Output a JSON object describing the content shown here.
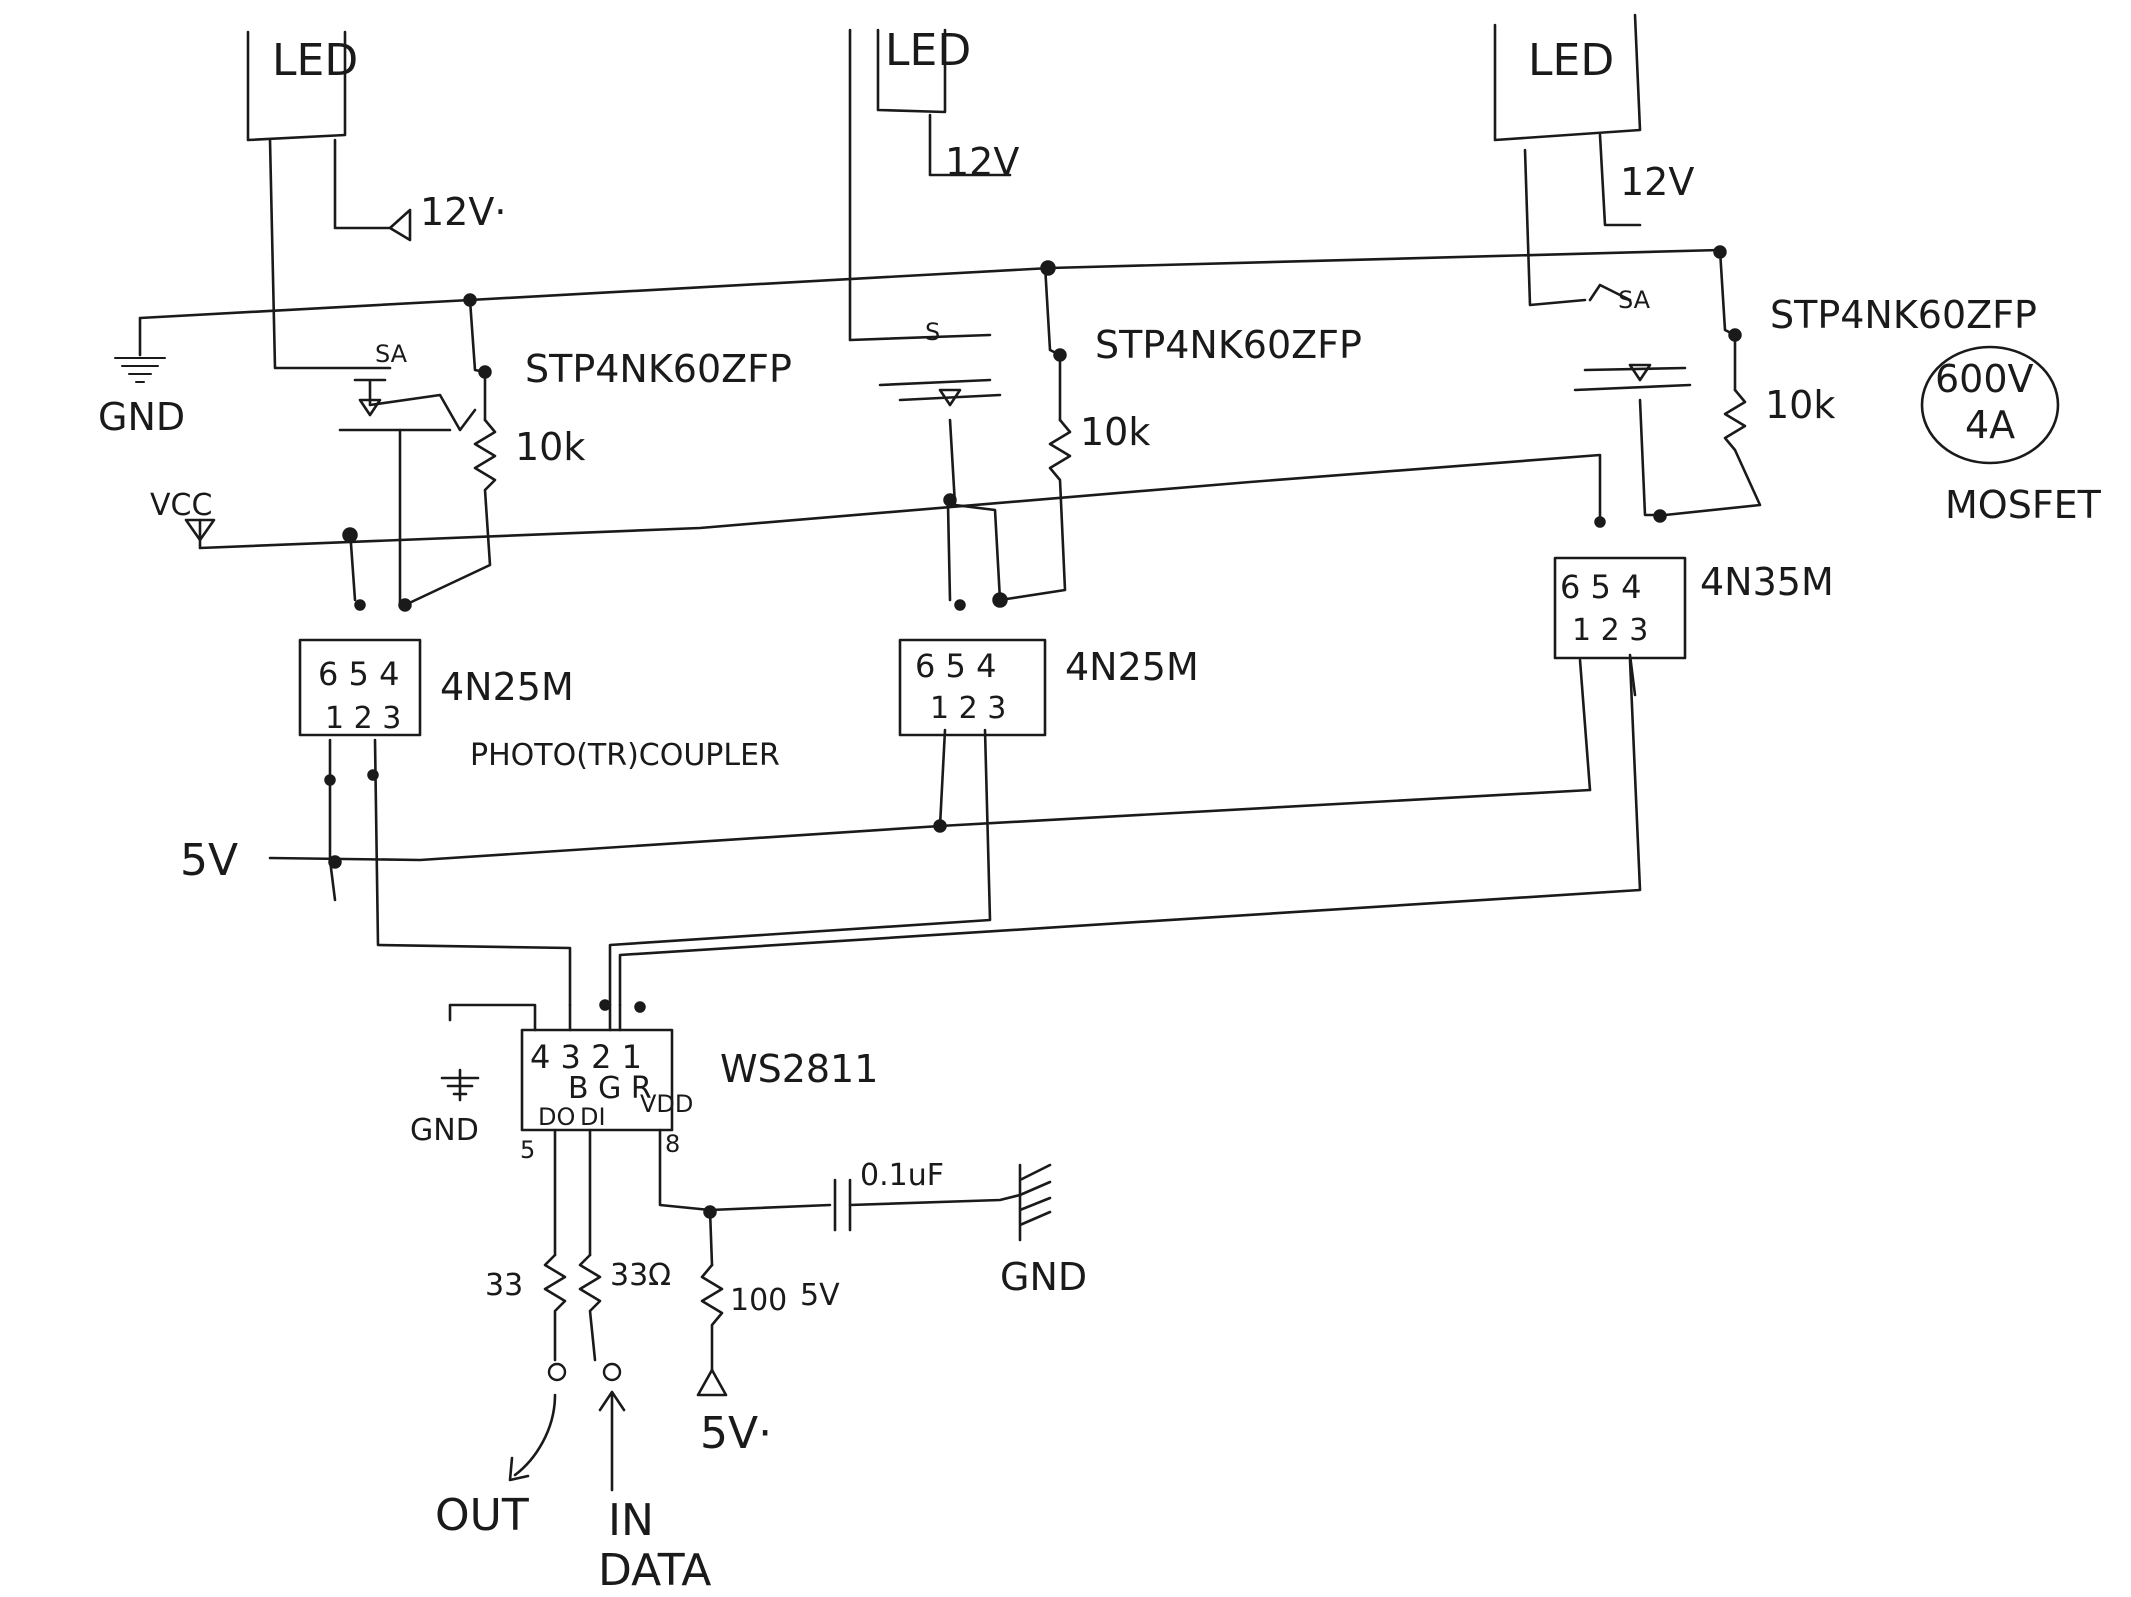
{
  "channels": [
    {
      "led_label": "LED",
      "supply_label": "12V·",
      "mosfet_part": "STP4NK60ZFP",
      "mosfet_pin_mark": "SA",
      "resistor_label": "10k",
      "opto_part": "4N25M",
      "opto_pins_top": "6 5 4",
      "opto_pins_bottom": "1 2 3",
      "opto_type_note": "PHOTO(TR)COUPLER"
    },
    {
      "led_label": "LED",
      "supply_label": "12V",
      "mosfet_part": "STP4NK60ZFP",
      "mosfet_pin_mark": "S",
      "resistor_label": "10k",
      "opto_part": "4N25M",
      "opto_pins_top": "6 5 4",
      "opto_pins_bottom": "1 2 3"
    },
    {
      "led_label": "LED",
      "supply_label": "12V",
      "mosfet_part": "STP4NK60ZFP",
      "mosfet_pin_mark": "SA",
      "resistor_label": "10k",
      "opto_part": "4N35M",
      "opto_pins_top": "6 5 4",
      "opto_pins_bottom": "1 2 3"
    }
  ],
  "rails": {
    "gnd_label": "GND",
    "vcc_label": "VCC",
    "five_v_label": "5V"
  },
  "mosfet_note": {
    "rating_voltage": "600V",
    "rating_current": "4A",
    "type": "MOSFET"
  },
  "driver_ic": {
    "part": "WS2811",
    "pins_top": "4 3 2 1",
    "channels": "B G R",
    "pin_do": "DO",
    "pin_di": "DI",
    "pin_vdd": "VDD",
    "pin_5": "5",
    "pin_8": "8",
    "gnd_label": "GND"
  },
  "io": {
    "r_out": "33",
    "r_in": "33Ω",
    "r_vdd": "100",
    "vdd_supply": "5V",
    "vdd_supply_bottom": "5V·",
    "capacitor": "0.1uF",
    "cap_gnd": "GND",
    "out_label": "OUT",
    "in_label": "IN",
    "data_label": "DATA"
  }
}
